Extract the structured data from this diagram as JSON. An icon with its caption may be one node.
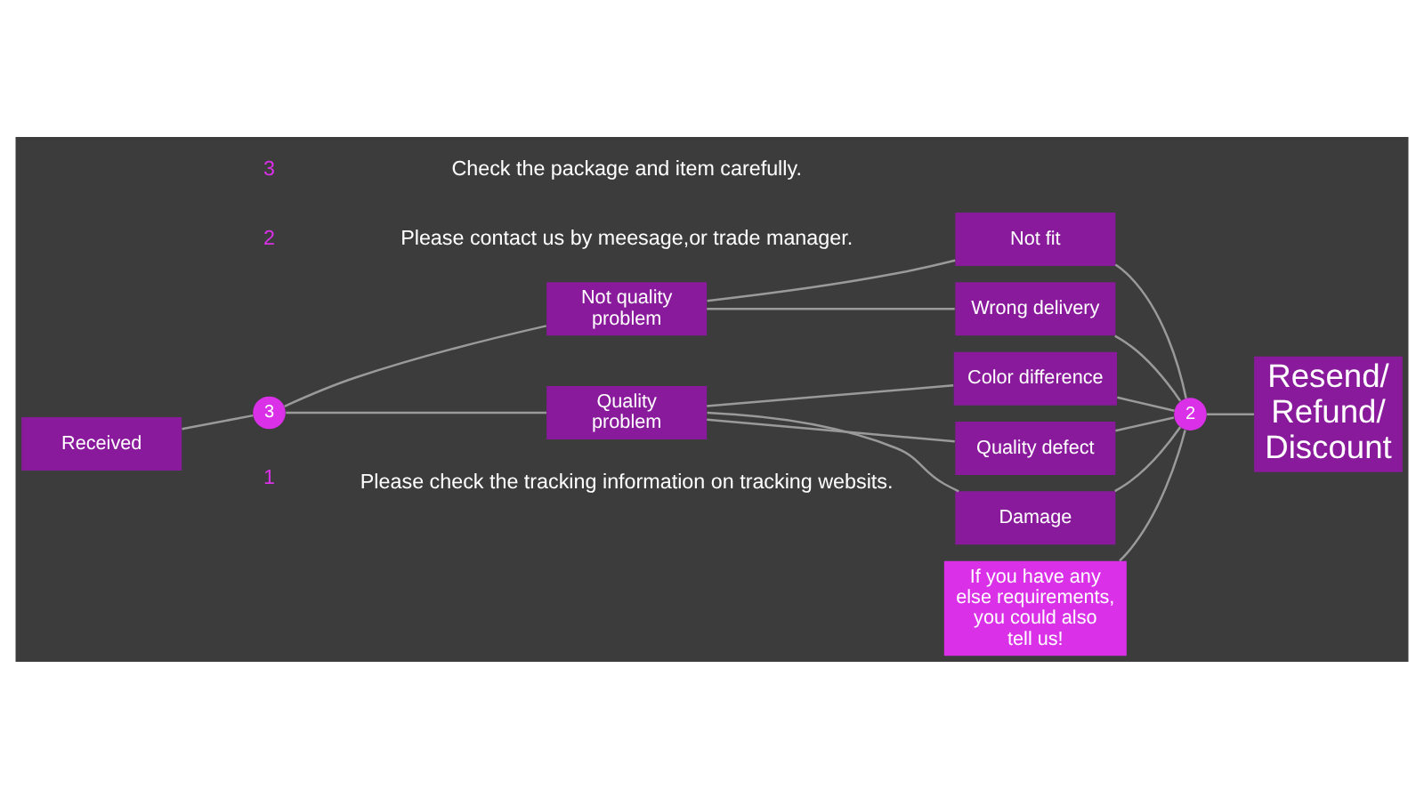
{
  "diagram": {
    "nodes": [
      {
        "text": [
          "Received"
        ]
      },
      {
        "text": [
          "3"
        ]
      },
      {
        "text": [
          "Not quality problem"
        ]
      },
      {
        "text": [
          "Quality problem"
        ]
      },
      {
        "text": [
          "Not fit"
        ]
      },
      {
        "text": [
          "Wrong delivery"
        ]
      },
      {
        "text": [
          "Color difference"
        ]
      },
      {
        "text": [
          "Quality defect"
        ]
      },
      {
        "text": [
          "Damage"
        ]
      },
      {
        "text": [
          "2"
        ]
      },
      {
        "text": [
          "Resend/ Refund/ Discount"
        ]
      },
      {
        "text": [
          "If you have any else requirements, you could also tell us!"
        ]
      }
    ],
    "edges": [
      {
        "from": 0,
        "to": 1,
        "arrow": "none"
      },
      {
        "from": 1,
        "to": 2,
        "arrow": "none"
      },
      {
        "from": 1,
        "to": 3,
        "arrow": "none"
      },
      {
        "from": 2,
        "to": 4,
        "arrow": "none"
      },
      {
        "from": 2,
        "to": 5,
        "arrow": "none"
      },
      {
        "from": 3,
        "to": 6,
        "arrow": "none"
      },
      {
        "from": 3,
        "to": 7,
        "arrow": "none"
      },
      {
        "from": 3,
        "to": 8,
        "arrow": "none"
      },
      {
        "from": 4,
        "to": 9,
        "arrow": "none"
      },
      {
        "from": 5,
        "to": 9,
        "arrow": "none"
      },
      {
        "from": 6,
        "to": 9,
        "arrow": "none"
      },
      {
        "from": 7,
        "to": 9,
        "arrow": "none"
      },
      {
        "from": 8,
        "to": 9,
        "arrow": "none"
      },
      {
        "from": 9,
        "to": 10,
        "arrow": "none"
      },
      {
        "from": 11,
        "to": 9,
        "arrow": "none"
      }
    ],
    "labels": [
      "1",
      "Please check the tracking information on tracking websits.",
      "2",
      "Please contact us by meesage,or trade manager.",
      "3",
      "Check the package and item carefully."
    ]
  }
}
